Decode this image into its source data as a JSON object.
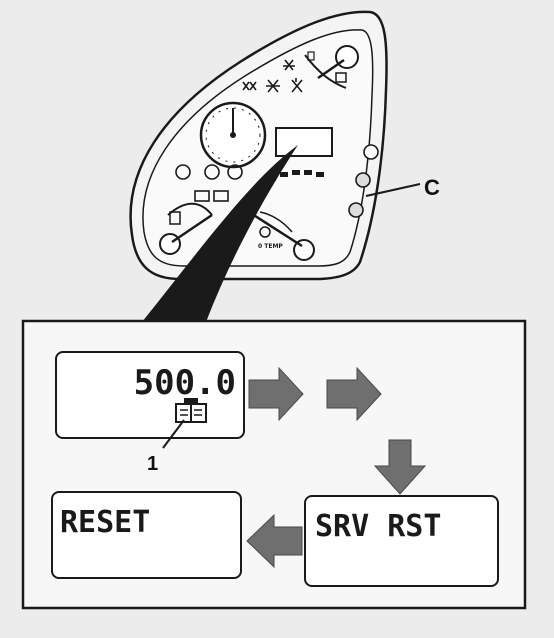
{
  "diagram": {
    "callout_panel_label": "C",
    "callout_symbol_label": "1",
    "screens": {
      "service_counter": "500.0",
      "service_reset": "SRV RST",
      "reset": "RESET"
    },
    "cluster_gauge_label": "0 TEMP"
  },
  "colors": {
    "background": "#ececec",
    "paper": "#f7f7f7",
    "line": "#1a1a1a",
    "arrow": "#6f6f6f"
  }
}
